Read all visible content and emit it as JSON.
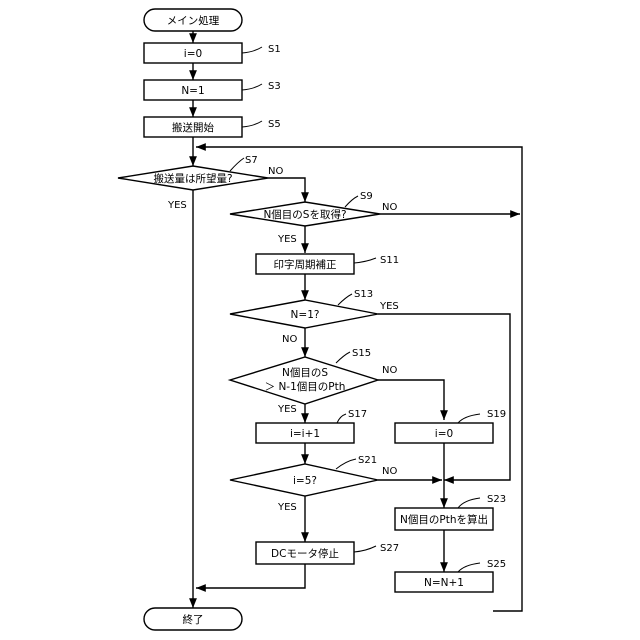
{
  "start": "メイン処理",
  "end": "終了",
  "steps": {
    "s1": {
      "text": "i=0",
      "label": "S1"
    },
    "s3": {
      "text": "N=1",
      "label": "S3"
    },
    "s5": {
      "text": "搬送開始",
      "label": "S5"
    },
    "s7": {
      "text": "搬送量は所望量?",
      "label": "S7"
    },
    "s9": {
      "text": "N個目のSを取得?",
      "label": "S9"
    },
    "s11": {
      "text": "印字周期補正",
      "label": "S11"
    },
    "s13": {
      "text": "N=1?",
      "label": "S13"
    },
    "s15": {
      "line1": "N個目のS",
      "line2": "＞ N-1個目のPth",
      "label": "S15"
    },
    "s17": {
      "text": "i=i+1",
      "label": "S17"
    },
    "s19": {
      "text": "i=0",
      "label": "S19"
    },
    "s21": {
      "text": "i=5?",
      "label": "S21"
    },
    "s23": {
      "text": "N個目のPthを算出",
      "label": "S23"
    },
    "s25": {
      "text": "N=N+1",
      "label": "S25"
    },
    "s27": {
      "text": "DCモータ停止",
      "label": "S27"
    }
  },
  "branches": {
    "s7_no": "NO",
    "s7_yes": "YES",
    "s9_no": "NO",
    "s9_yes": "YES",
    "s13_yes": "YES",
    "s13_no": "NO",
    "s15_no": "NO",
    "s15_yes": "YES",
    "s21_no": "NO",
    "s21_yes": "YES"
  }
}
